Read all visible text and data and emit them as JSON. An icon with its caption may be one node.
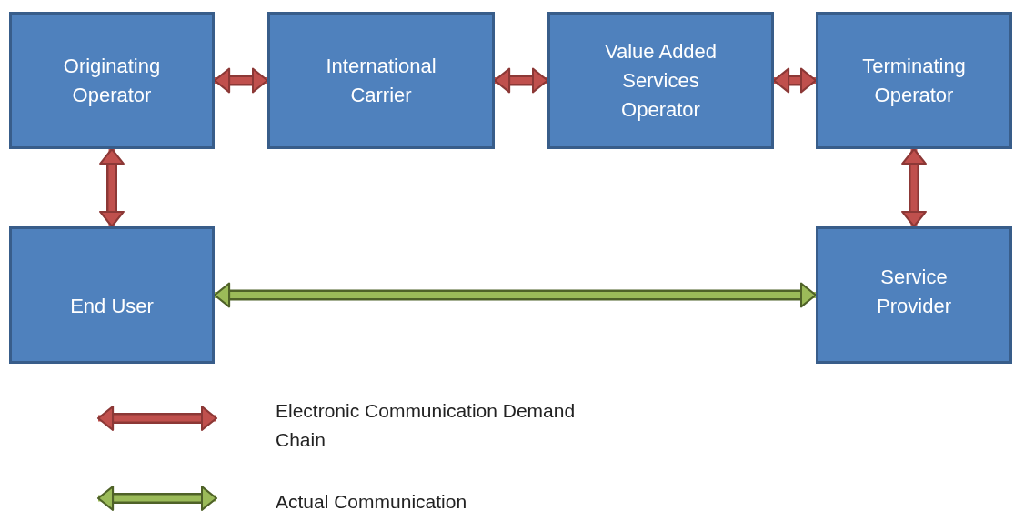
{
  "diagram": {
    "nodes": [
      {
        "text": [
          "Originating Operator"
        ]
      },
      {
        "text": [
          "International Carrier"
        ]
      },
      {
        "text": [
          "Value Added Services Operator"
        ]
      },
      {
        "text": [
          "Terminating Operator"
        ]
      },
      {
        "text": [
          "End User"
        ]
      },
      {
        "text": [
          "Service Provider"
        ]
      }
    ],
    "edges": [
      {
        "from": 0,
        "to": 1,
        "arrow": "both"
      },
      {
        "from": 1,
        "to": 2,
        "arrow": "both"
      },
      {
        "from": 2,
        "to": 3,
        "arrow": "both"
      },
      {
        "from": 0,
        "to": 4,
        "arrow": "both"
      },
      {
        "from": 3,
        "to": 5,
        "arrow": "both"
      },
      {
        "from": 4,
        "to": 5,
        "arrow": "both",
        "color": "#9bbb59"
      }
    ],
    "legend": [
      {
        "text": "Electronic Communication Demand Chain"
      },
      {
        "text": "Actual Communication"
      }
    ]
  }
}
